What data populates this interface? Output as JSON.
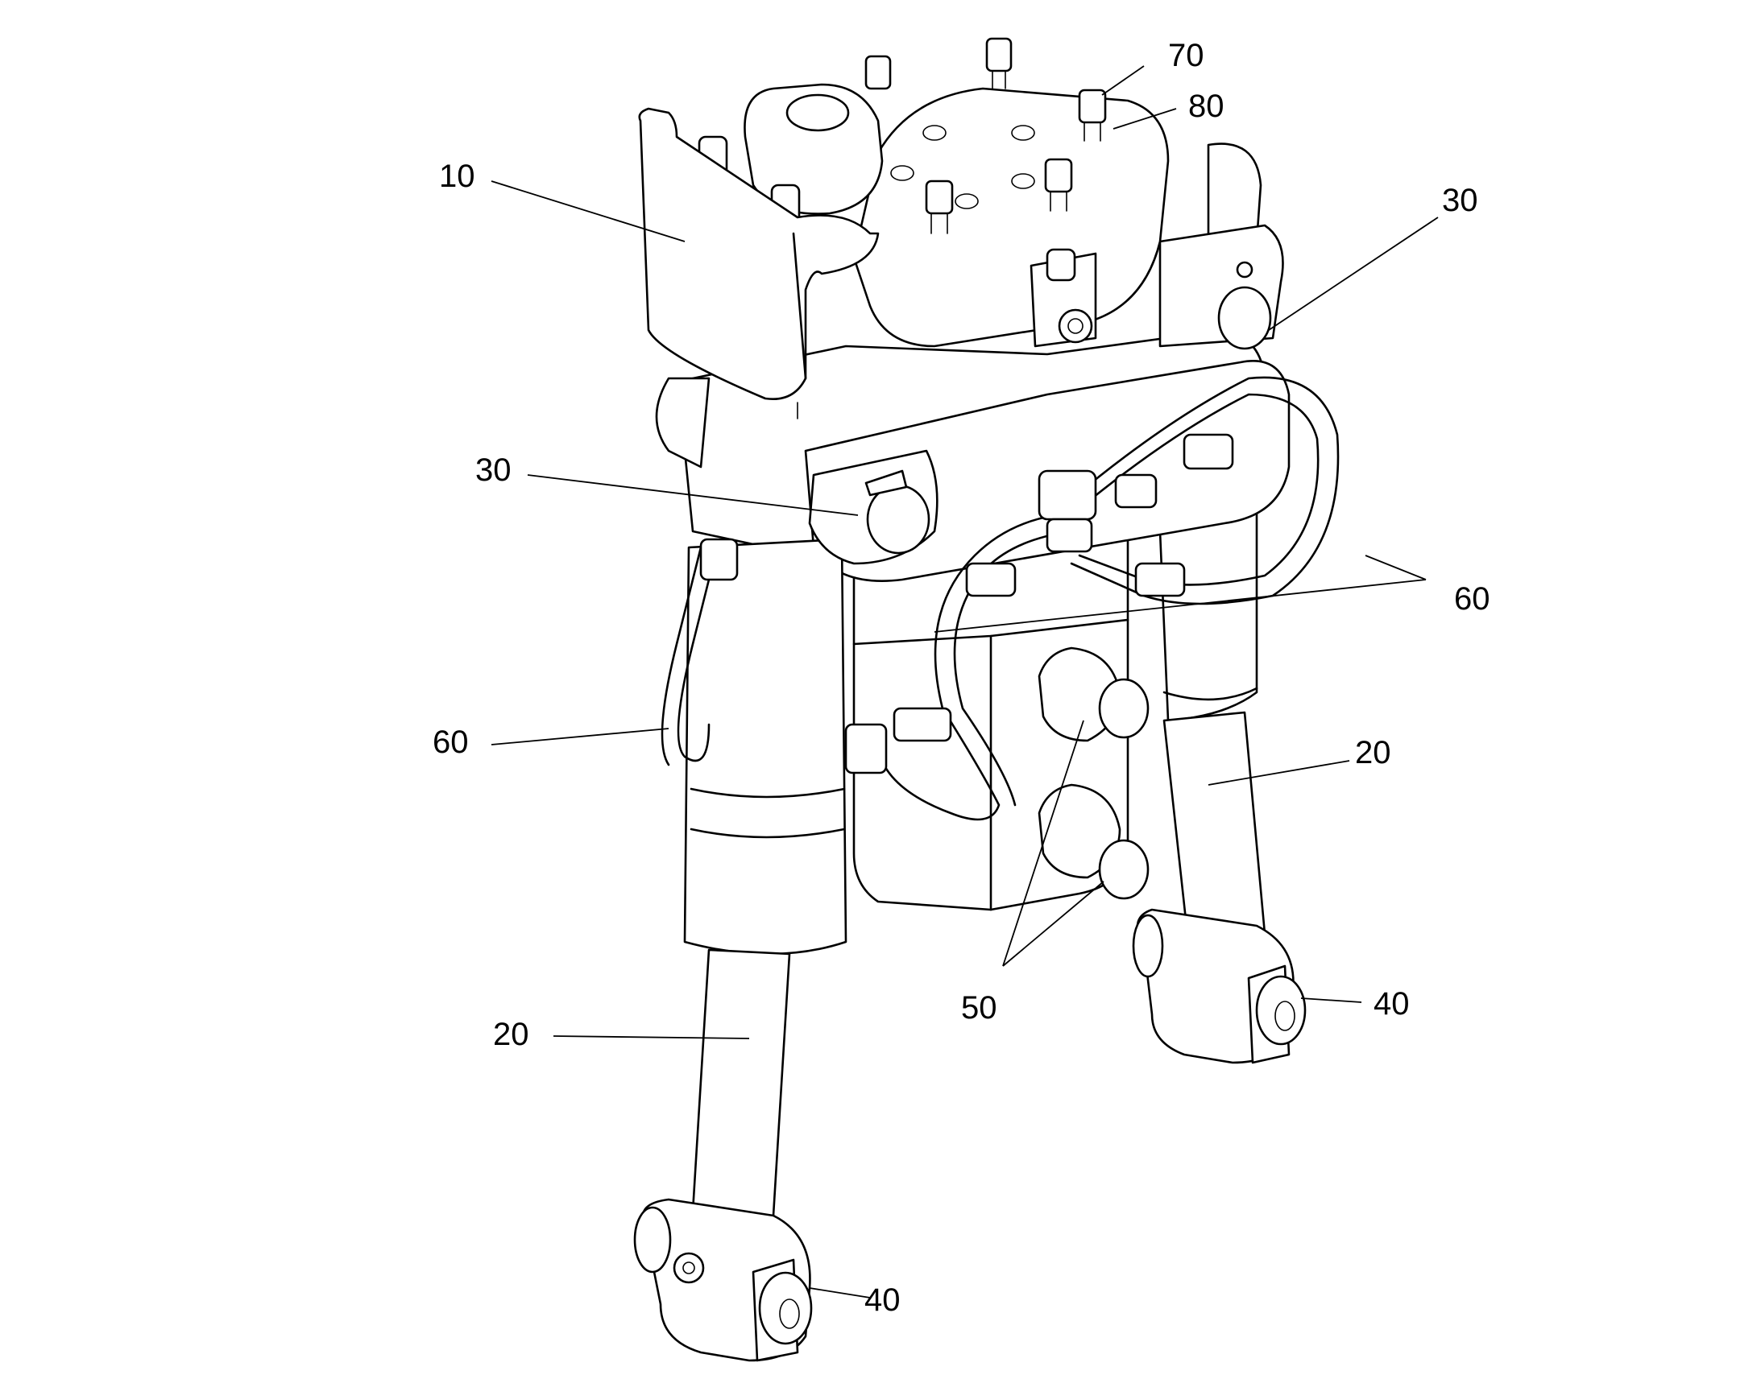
{
  "labels": {
    "l70": "70",
    "l80": "80",
    "l10": "10",
    "l30a": "30",
    "l30b": "30",
    "l60a": "60",
    "l60b": "60",
    "l20a": "20",
    "l20b": "20",
    "l50": "50",
    "l40a": "40",
    "l40b": "40"
  }
}
